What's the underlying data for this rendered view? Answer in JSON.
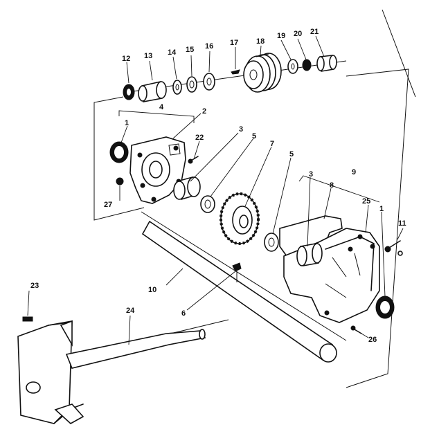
{
  "diagram": {
    "part_numbers": [
      "1",
      "2",
      "3",
      "4",
      "5",
      "6",
      "7",
      "8",
      "9",
      "10",
      "11",
      "12",
      "13",
      "14",
      "15",
      "16",
      "17",
      "18",
      "19",
      "20",
      "21",
      "22",
      "23",
      "24",
      "25",
      "26",
      "27"
    ],
    "callouts": [
      {
        "id": "c12",
        "text": "12"
      },
      {
        "id": "c13",
        "text": "13"
      },
      {
        "id": "c14",
        "text": "14"
      },
      {
        "id": "c15",
        "text": "15"
      },
      {
        "id": "c16",
        "text": "16"
      },
      {
        "id": "c17",
        "text": "17"
      },
      {
        "id": "c18",
        "text": "18"
      },
      {
        "id": "c19",
        "text": "19"
      },
      {
        "id": "c20",
        "text": "20"
      },
      {
        "id": "c21",
        "text": "21"
      },
      {
        "id": "c4",
        "text": "4"
      },
      {
        "id": "c2",
        "text": "2"
      },
      {
        "id": "c1a",
        "text": "1"
      },
      {
        "id": "c22",
        "text": "22"
      },
      {
        "id": "c3a",
        "text": "3"
      },
      {
        "id": "c5a",
        "text": "5"
      },
      {
        "id": "c7",
        "text": "7"
      },
      {
        "id": "c5b",
        "text": "5"
      },
      {
        "id": "c9",
        "text": "9"
      },
      {
        "id": "c3b",
        "text": "3"
      },
      {
        "id": "c8",
        "text": "8"
      },
      {
        "id": "c27",
        "text": "27"
      },
      {
        "id": "c25",
        "text": "25"
      },
      {
        "id": "c1b",
        "text": "1"
      },
      {
        "id": "c11",
        "text": "11"
      },
      {
        "id": "c10",
        "text": "10"
      },
      {
        "id": "c6",
        "text": "6"
      },
      {
        "id": "c23",
        "text": "23"
      },
      {
        "id": "c24",
        "text": "24"
      },
      {
        "id": "c26",
        "text": "26"
      }
    ]
  }
}
